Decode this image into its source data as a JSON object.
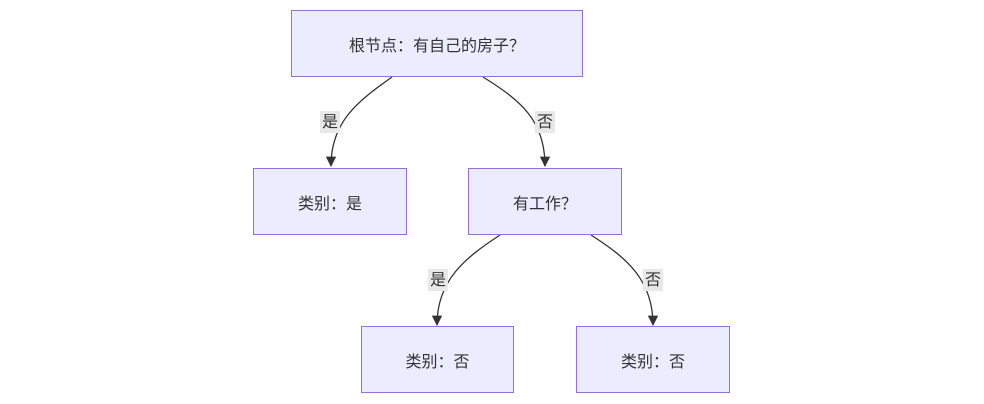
{
  "nodes": {
    "root": {
      "label": "根节点：有自己的房子？"
    },
    "class_yes": {
      "label": "类别：是"
    },
    "has_job": {
      "label": "有工作？"
    },
    "class_no_1": {
      "label": "类别：否"
    },
    "class_no_2": {
      "label": "类别：否"
    }
  },
  "edges": {
    "root_yes": {
      "label": "是"
    },
    "root_no": {
      "label": "否"
    },
    "job_yes": {
      "label": "是"
    },
    "job_no": {
      "label": "否"
    }
  }
}
